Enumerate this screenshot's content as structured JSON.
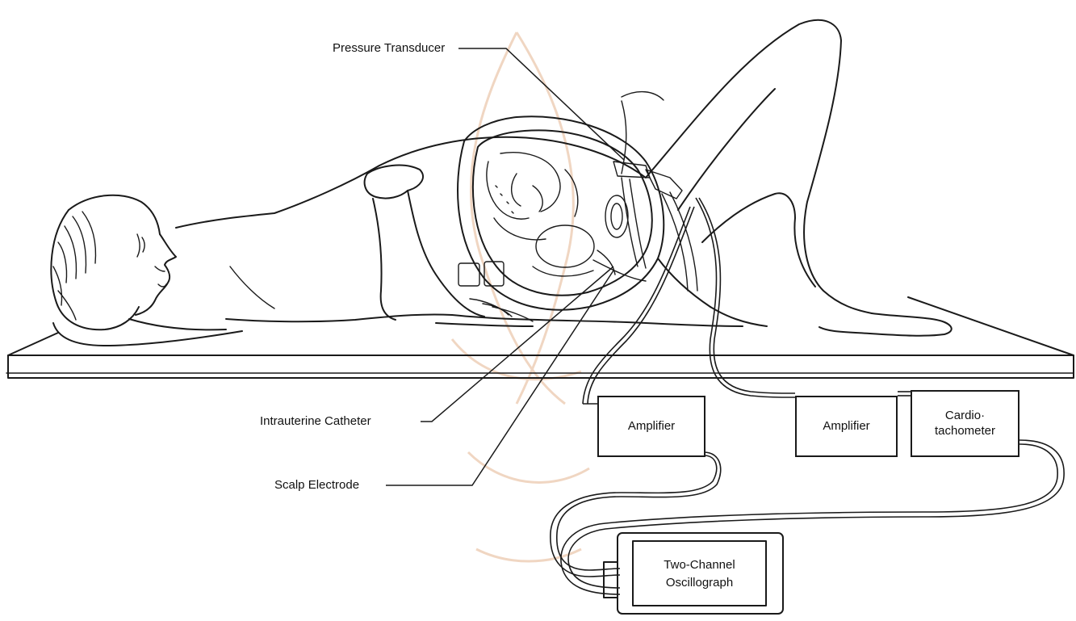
{
  "labels": {
    "pressure_transducer": "Pressure Transducer",
    "intrauterine_catheter": "Intrauterine Catheter",
    "scalp_electrode": "Scalp Electrode"
  },
  "boxes": {
    "amplifier_left": "Amplifier",
    "amplifier_right": "Amplifier",
    "cardiotachometer_line1": "Cardio·",
    "cardiotachometer_line2": "tachometer",
    "oscillograph_line1": "Two-Channel",
    "oscillograph_line2": "Oscillograph"
  },
  "colors": {
    "ink": "#1a1a1a",
    "watermark": "#f0d6c2",
    "background": "#ffffff"
  }
}
